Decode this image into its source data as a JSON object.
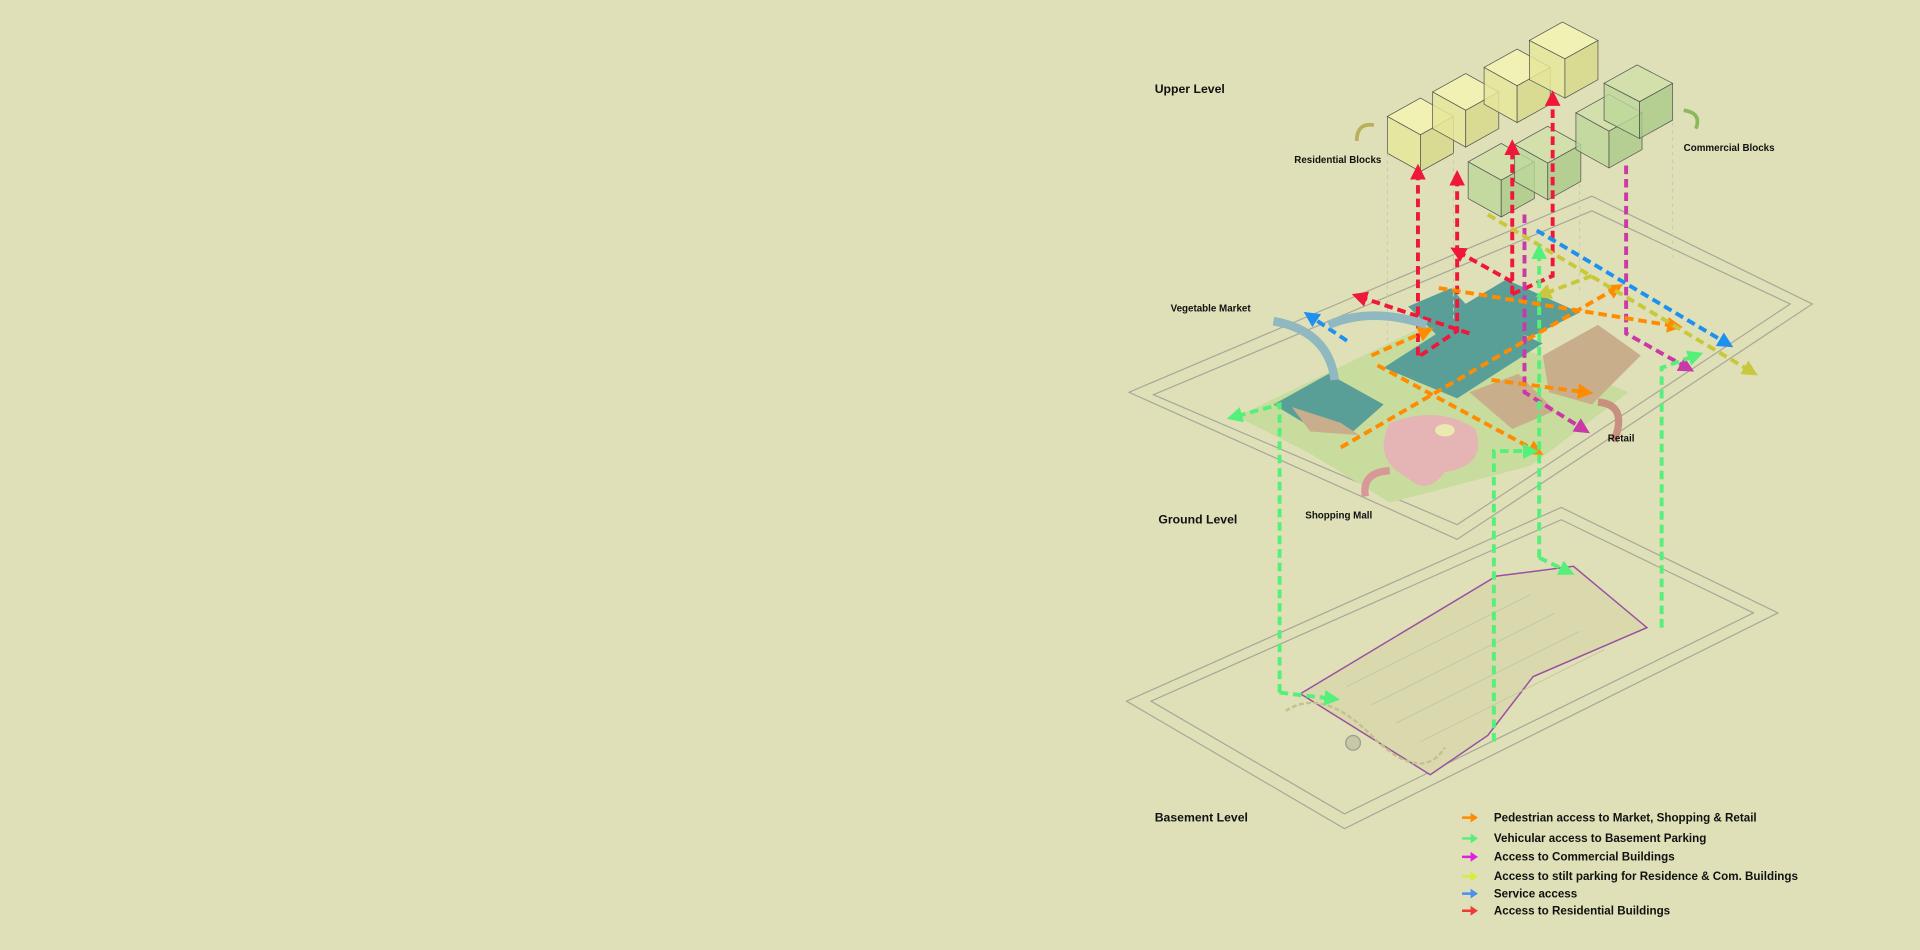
{
  "labels": {
    "upper_level": "Upper Level",
    "ground_level": "Ground Level",
    "basement_level": "Basement Level",
    "residential_blocks": "Residential Blocks",
    "commercial_blocks": "Commercial Blocks",
    "vegetable_market": "Vegetable Market",
    "shopping_mall": "Shopping Mall",
    "retail": "Retail"
  },
  "legend": [
    {
      "label": "Pedestrian access to Market, Shopping & Retail",
      "color": "#ff8c00"
    },
    {
      "label": "Vehicular access to Basement Parking",
      "color": "#55f07a"
    },
    {
      "label": "Access to Commercial Buildings",
      "color": "#e020e0"
    },
    {
      "label": "Access to stilt parking for Residence & Com. Buildings",
      "color": "#d4ee3a"
    },
    {
      "label": "Service access",
      "color": "#4a90f0"
    },
    {
      "label": "Access to Residential Buildings",
      "color": "#f03a3a"
    }
  ],
  "colors": {
    "background": "#dfe0b8",
    "residential": "#eeee99",
    "commercial": "#bcd79a",
    "market": "#5a9e98",
    "retail": "#c9ae8c",
    "mall": "#e5b4b4",
    "green": "#c8dc9e"
  }
}
